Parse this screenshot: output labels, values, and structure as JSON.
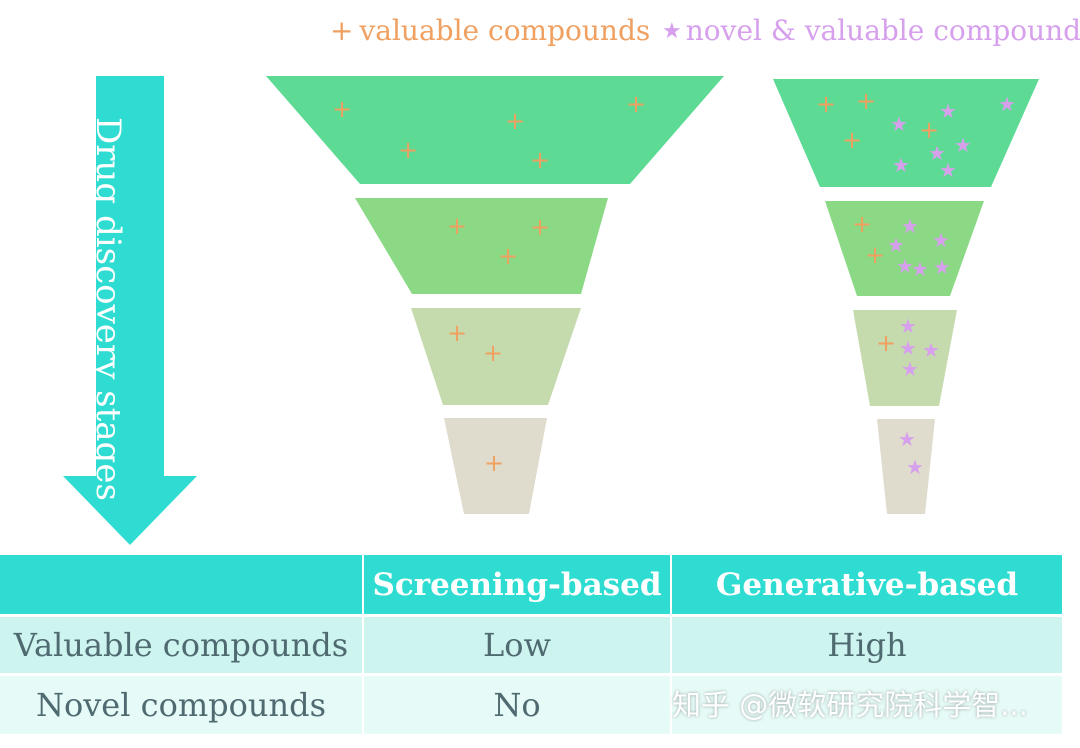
{
  "legend": {
    "valuable_symbol": "+",
    "valuable_label": "valuable compounds",
    "novel_symbol": "★",
    "novel_label": "novel & valuable compounds",
    "valuable_color": "#f0a060",
    "novel_color": "#d6a0ec"
  },
  "arrow": {
    "label": "Drug discovery stages",
    "color": "#2fdcd1"
  },
  "funnels": {
    "stage_colors": [
      "#5ddb94",
      "#8bd985",
      "#c5dbae",
      "#dfdccd"
    ],
    "screening": {
      "valuable_per_stage": [
        5,
        3,
        2,
        1
      ],
      "novel_per_stage": [
        0,
        0,
        0,
        0
      ]
    },
    "generative": {
      "valuable_per_stage": [
        4,
        2,
        1,
        0
      ],
      "novel_per_stage": [
        7,
        6,
        4,
        2
      ]
    }
  },
  "table": {
    "headers": [
      "",
      "Screening-based",
      "Generative-based"
    ],
    "rows": [
      {
        "label": "Valuable compounds",
        "screening": "Low",
        "generative": "High"
      },
      {
        "label": "Novel compounds",
        "screening": "No",
        "generative": "知乎 @微软研究院科学智..."
      }
    ]
  }
}
